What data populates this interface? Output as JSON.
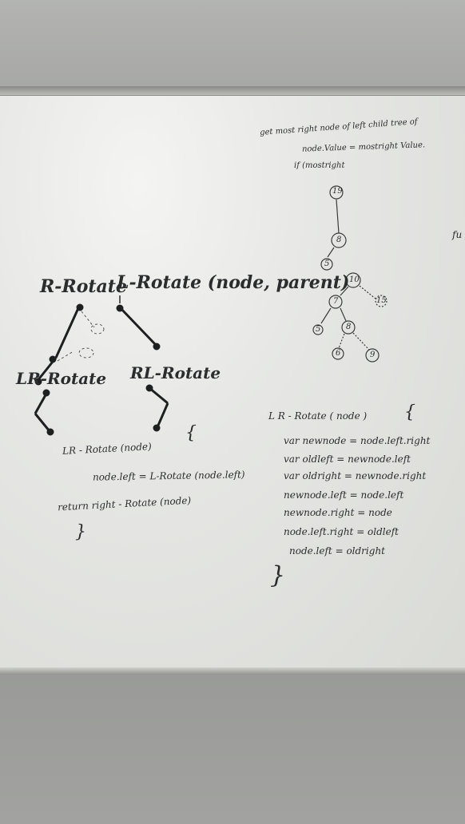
{
  "board": {
    "lines": {
      "r_rotate_title": "R-Rotate",
      "l_rotate_title": "L-Rotate (node, parent)",
      "lr_rotate_label": "LR-Rotate",
      "rl_rotate_label": "RL-Rotate",
      "top_line1": "get most right node of left child tree of",
      "top_line2": "node.Value = mostright Value.",
      "top_line3": "if (mostright",
      "right_edge": "fu",
      "lr_func_header": "LR - Rotate (node)",
      "lr_func_brace": "{",
      "lr_func_line1": "node.left = L-Rotate (node.left)",
      "lr_func_line2": "return right - Rotate (node)",
      "lr_func_close": "}",
      "code_header": "L R - Rotate ( node )",
      "code_brace": "{",
      "code_line1": "var newnode = node.left.right",
      "code_line2": "var oldleft = newnode.left",
      "code_line3": "var oldright = newnode.right",
      "code_line4": "newnode.left = node.left",
      "code_line5": "newnode.right = node",
      "code_line6": "node.left.right = oldleft",
      "code_line7": "node.left = oldright",
      "code_close": "}"
    },
    "tree_labels": {
      "n19": "19",
      "n8": "8",
      "n5": "5",
      "n10": "10",
      "n7": "7",
      "n15": "15",
      "n5b": "5",
      "n8b": "8",
      "n6": "6",
      "n9": "9"
    }
  }
}
